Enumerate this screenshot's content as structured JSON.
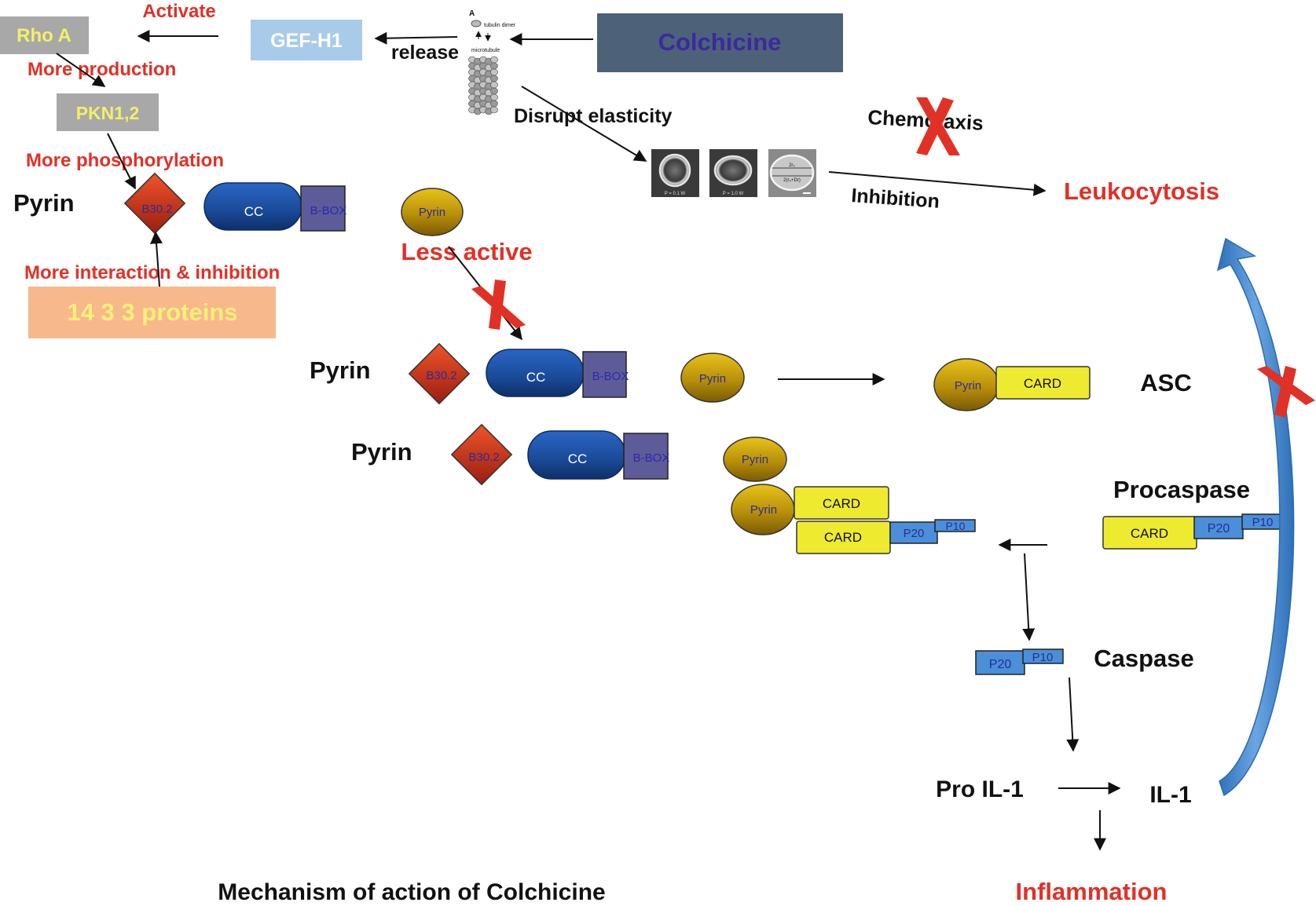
{
  "colors": {
    "red_text": "#e03127",
    "black_text": "#111111",
    "gray_box": "#a8a8a8",
    "gray_box_text": "#f2f06a",
    "gef_box": "#a9cbea",
    "colchicine_box": "#4d6178",
    "colchicine_text": "#3a2aa0",
    "proteins_box": "#f7b98c",
    "proteins_text": "#f7f07a",
    "cc_blue": "#1d4fa0",
    "bbox_purple": "#5e5b99",
    "b30_red": "#d5341d",
    "pyrin_gold": "#c9a20c",
    "card_yellow": "#eeea2f",
    "p_blue": "#4a8fd8",
    "big_arrow": "#4f8fd2",
    "cross_red": "#e03127"
  },
  "top_pathway": {
    "activate": "Activate",
    "rho_a": "Rho A",
    "gef_h1": "GEF-H1",
    "release": "release",
    "colchicine": "Colchicine",
    "more_production": "More production",
    "pkn": "PKN1,2",
    "more_phosphorylation": "More phosphorylation",
    "disrupt_elasticity": "Disrupt elasticity",
    "chemotaxis": "Chemotaxis",
    "inhibition": "Inhibition",
    "leukocytosis": "Leukocytosis",
    "more_interaction": "More interaction & inhibition",
    "proteins_1433": "14 3 3 proteins",
    "less_active": "Less active"
  },
  "microtubule_inset": {
    "letter": "A",
    "tubulin_dimer": "tubulin dimer",
    "microtubule": "microtubule"
  },
  "cell_images": {
    "img1_caption": "P = 0.1 W",
    "img2_caption": "P = 1.0 W",
    "img3_top": "2r₀",
    "img3_bottom": "2(r₀+Dr)"
  },
  "pyrin_domains": {
    "pyrin_label": "Pyrin",
    "b30": "B30.2",
    "cc": "CC",
    "bbox": "B-BOX",
    "pyrin_domain": "Pyrin"
  },
  "inflammasome": {
    "card": "CARD",
    "asc": "ASC",
    "procaspase": "Procaspase",
    "p20": "P20",
    "p10": "P10",
    "caspase": "Caspase",
    "pro_il1": "Pro IL-1",
    "il1": "IL-1",
    "inflammation": "Inflammation"
  },
  "footer": {
    "title": "Mechanism of action of Colchicine"
  }
}
